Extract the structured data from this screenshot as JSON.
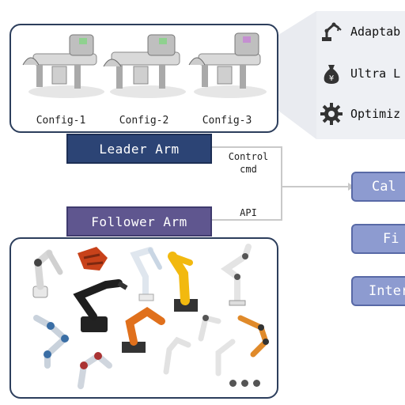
{
  "configs": [
    "Config-1",
    "Config-2",
    "Config-3"
  ],
  "leader": {
    "label": "Leader Arm",
    "color": "#2c4475"
  },
  "follower": {
    "label": "Follower Arm",
    "color": "#5f568f"
  },
  "connector": {
    "control": "Control\ncmd",
    "api": "API"
  },
  "features": [
    {
      "icon": "robot-arm-icon",
      "text": "Adaptab"
    },
    {
      "icon": "money-bag-icon",
      "text": "Ultra L"
    },
    {
      "icon": "gear-icon",
      "text": "Optimiz"
    }
  ],
  "right_boxes": [
    {
      "label": "Cal"
    },
    {
      "label": "Fi"
    },
    {
      "label": "Inter"
    }
  ],
  "colors": {
    "panel_border": "#2c3e5c",
    "right_box": "#8d9bd0",
    "callout": "#e9ebf0"
  }
}
